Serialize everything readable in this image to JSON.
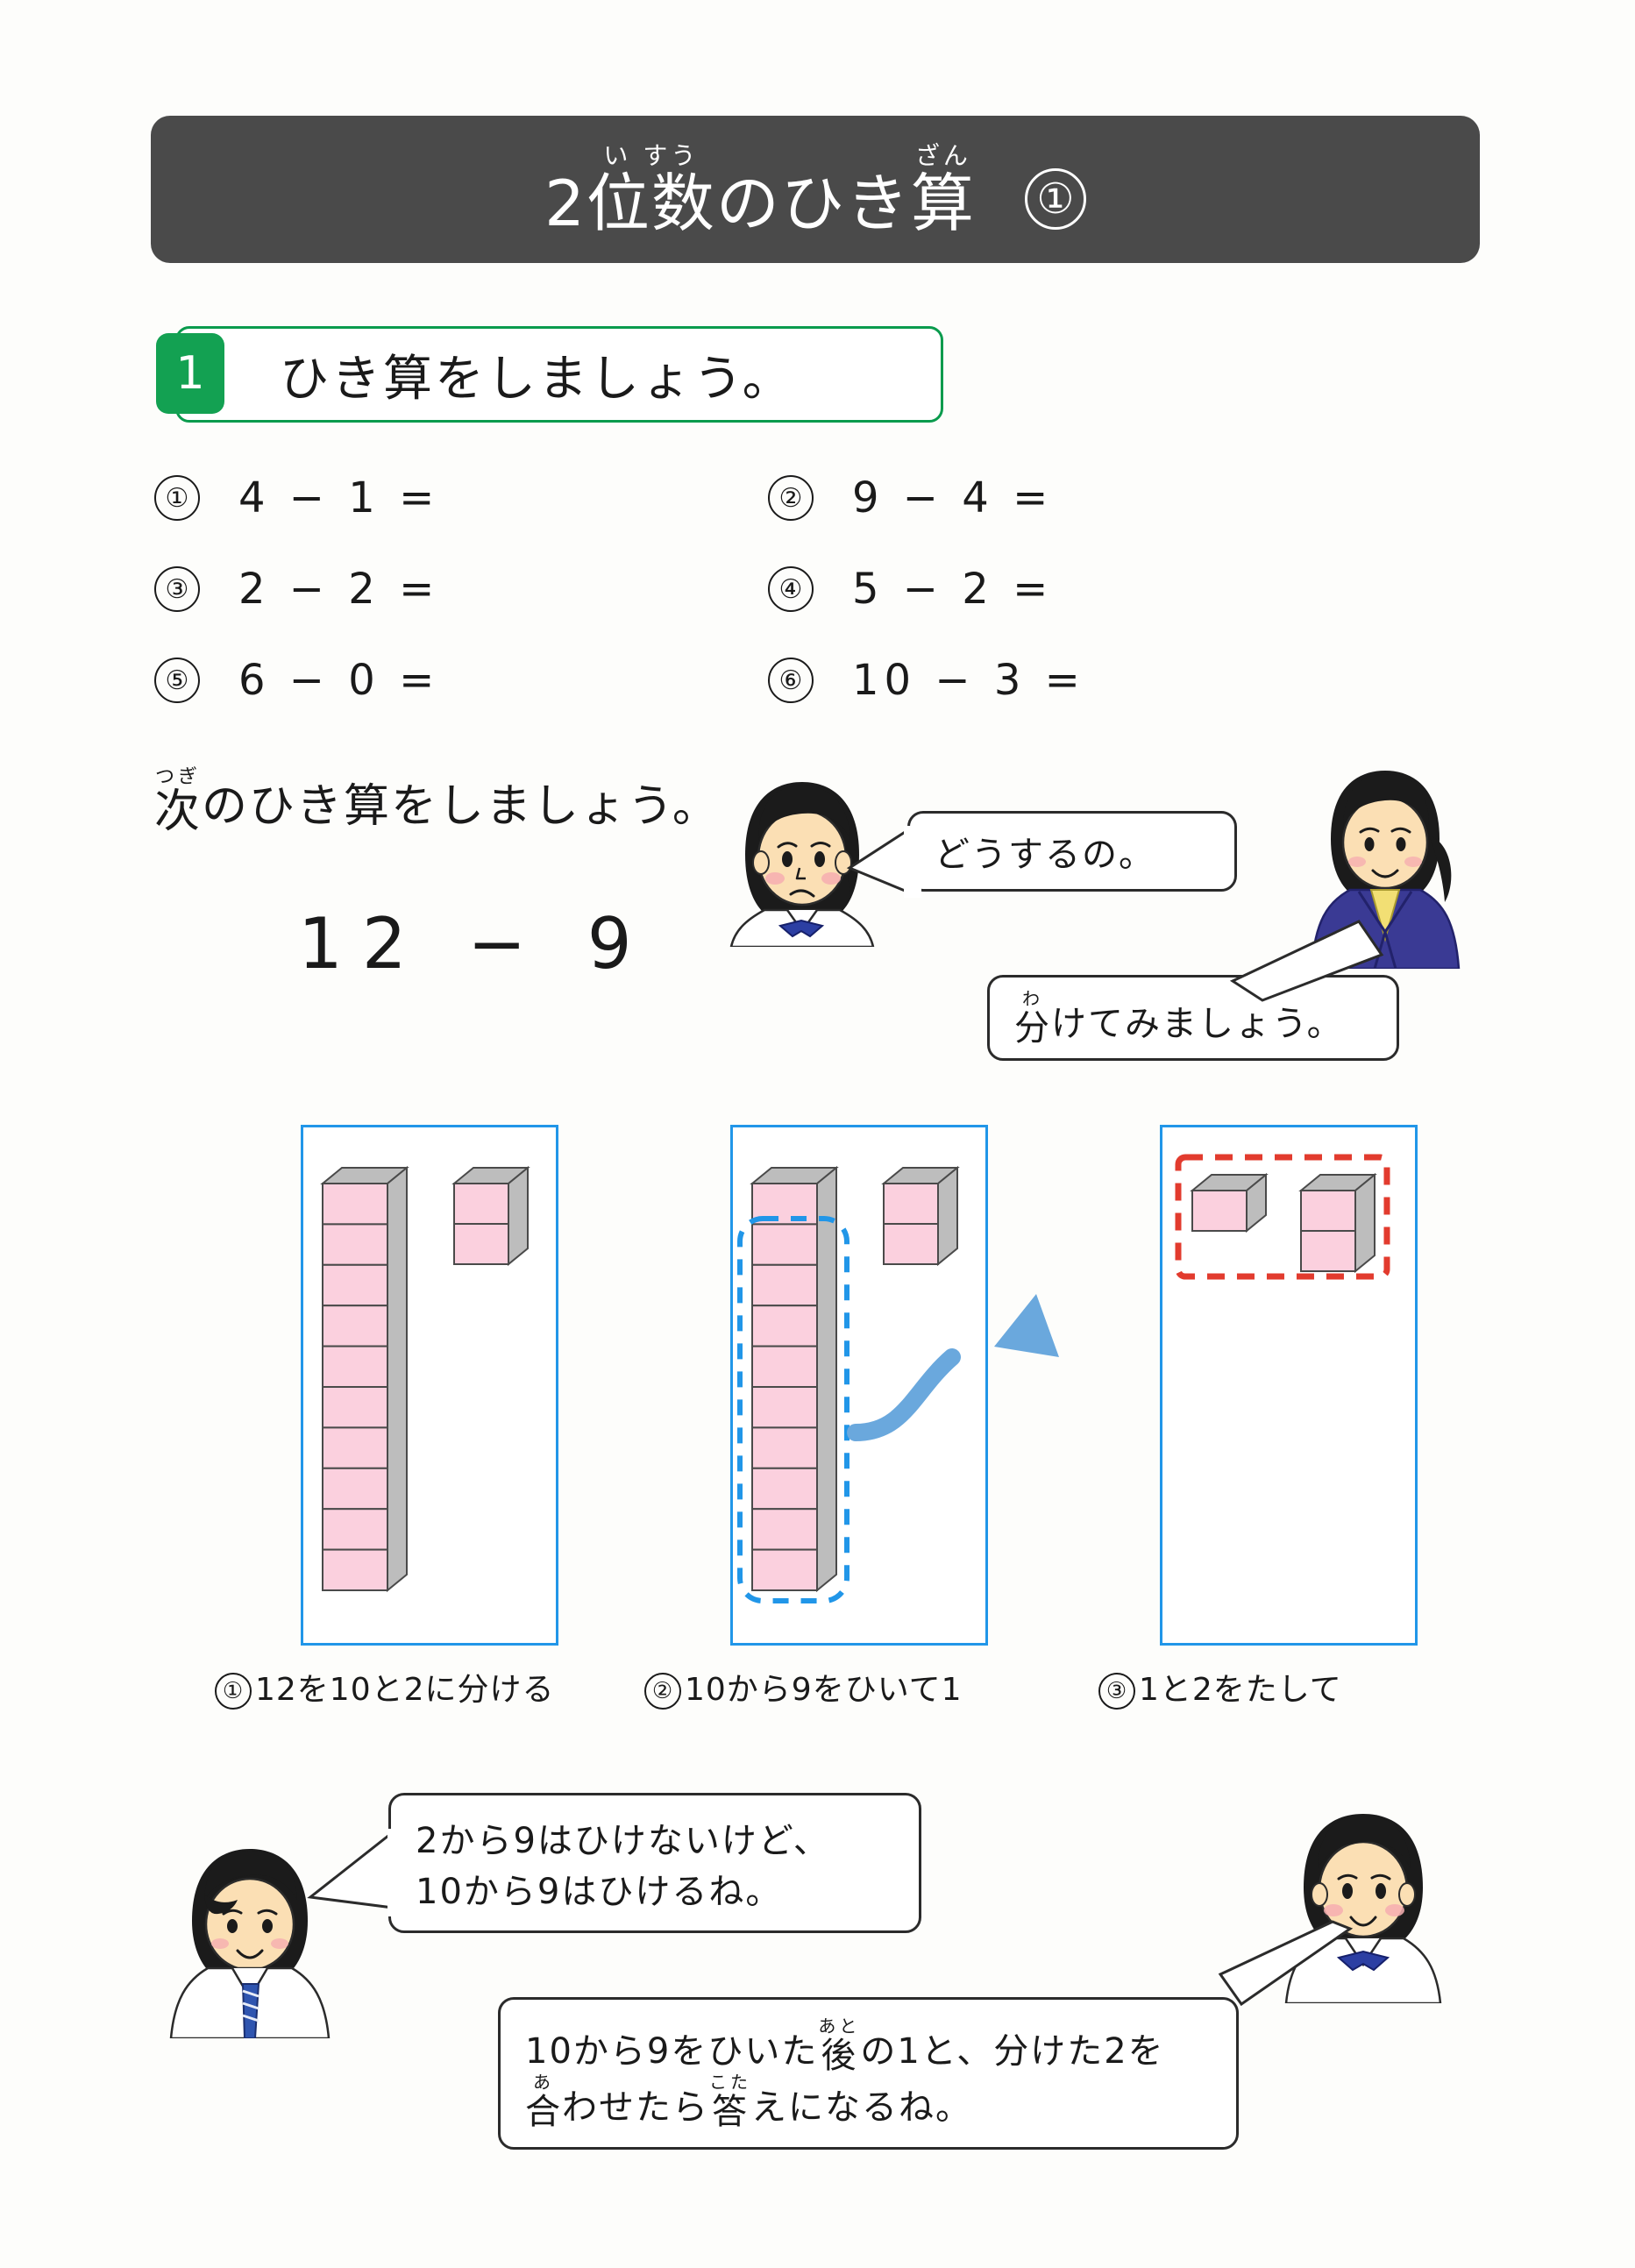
{
  "title": {
    "num_prefix": "2",
    "ruby1_rt": "い すう",
    "ruby1_rb": "位数",
    "mid": "のひき",
    "ruby2_rt": "ざん",
    "ruby2_rb": "算",
    "lesson_number": "①"
  },
  "instruction": {
    "badge": "1",
    "text": "ひき算をしましょう。"
  },
  "problems": [
    {
      "num": "①",
      "expr": "4 − 1 ="
    },
    {
      "num": "②",
      "expr": "9 − 4 ="
    },
    {
      "num": "③",
      "expr": "2 − 2 ="
    },
    {
      "num": "④",
      "expr": "5 − 2 ="
    },
    {
      "num": "⑤",
      "expr": "6 − 0 ="
    },
    {
      "num": "⑥",
      "expr": "10 − 3 ="
    }
  ],
  "next_line": {
    "ruby_rt": "つぎ",
    "ruby_rb": "次",
    "rest": "のひき算をしましょう。"
  },
  "big_expression": "12 − 9",
  "bubbles": {
    "girl_question": "どうするの。",
    "teacher_ruby_rt": "わ",
    "teacher_ruby_rb": "分",
    "teacher_rest": "けてみましょう。",
    "boy_line1": "2から9はひけないけど、",
    "boy_line2": "10から9はひけるね。",
    "girl2_line1_a": "10から9をひいた",
    "girl2_ruby1_rt": "あと",
    "girl2_ruby1_rb": "後",
    "girl2_line1_b": "の1と、分けた2を",
    "girl2_ruby2_rt": "あ",
    "girl2_ruby2_rb": "合",
    "girl2_line2_a": "わせたら",
    "girl2_ruby3_rt": "こた",
    "girl2_ruby3_rb": "答",
    "girl2_line2_b": "えになるね。"
  },
  "panels": [
    {
      "caption_num": "①",
      "caption_text": "12を10と2に分ける",
      "tens_blocks": 10,
      "ones_blocks": 2,
      "highlight": "none"
    },
    {
      "caption_num": "②",
      "caption_text": "10から9をひいて1",
      "tens_blocks": 10,
      "ones_blocks": 2,
      "highlight": "blue-dashed-9"
    },
    {
      "caption_num": "③",
      "caption_text": "1と2をたして",
      "tens_blocks": 1,
      "ones_blocks": 2,
      "highlight": "red-dashed"
    }
  ],
  "colors": {
    "title_bar": "#4a4a4a",
    "accent_green": "#0a9b4d",
    "panel_blue": "#2196e8",
    "dash_red": "#e23b2e",
    "block_pink": "#fbd0de",
    "block_gray": "#bdbdbd",
    "arrow_blue": "#6aa8dd"
  }
}
